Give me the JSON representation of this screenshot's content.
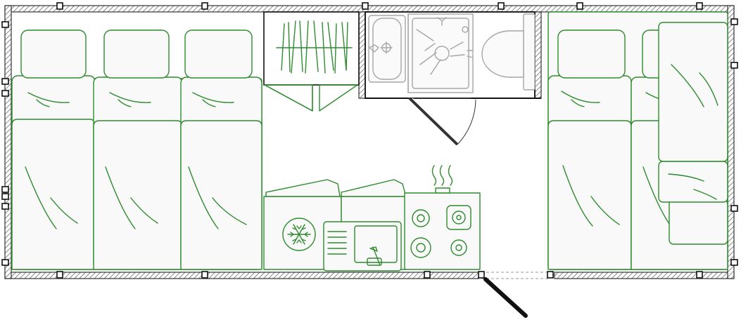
{
  "floorplan": {
    "title": "",
    "colors": {
      "furniture": "#2e8b2e",
      "fixtures": "#a6a6a6",
      "walls": "#222222",
      "furniture_fill": "#f9f9f9"
    },
    "elements": [
      "bunk-bed-left-1",
      "bunk-bed-left-2",
      "bunk-bed-left-3",
      "wardrobe",
      "bathroom",
      "washbasin",
      "shower",
      "toilet",
      "bathroom-door",
      "fridge",
      "sink",
      "stove",
      "entry-door",
      "bed-right-1",
      "bed-right-2",
      "fold-up-bunk"
    ],
    "icons": [
      "snowflake-icon",
      "faucet-icon",
      "steam-icon",
      "burner-icon"
    ]
  }
}
